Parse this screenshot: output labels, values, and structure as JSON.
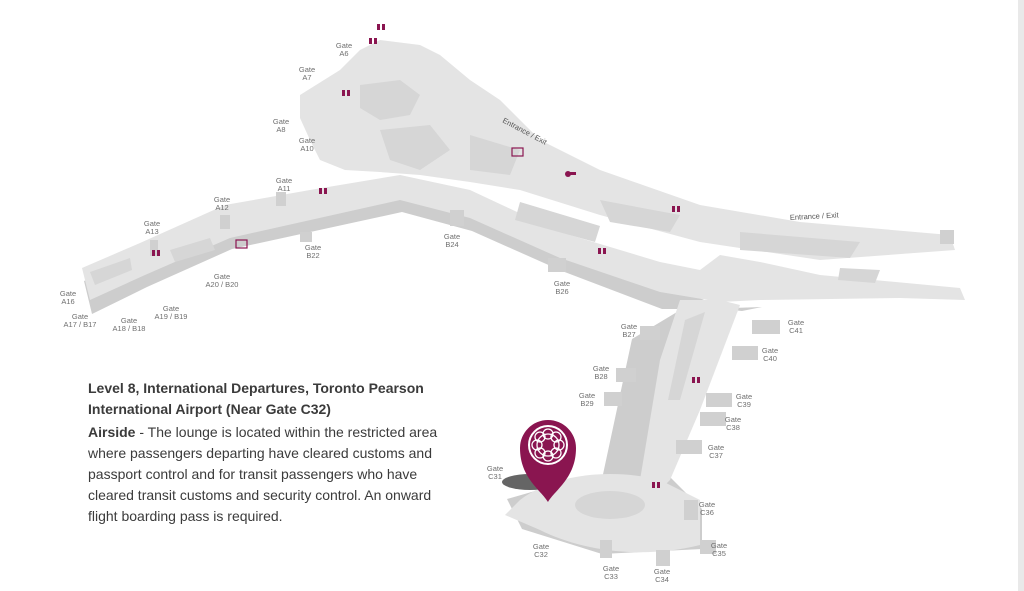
{
  "colors": {
    "accent": "#8a1550",
    "floor": "#e4e4e4",
    "wall": "#c9c9c9",
    "text": "#3b3b3b",
    "label": "#6f6f6f"
  },
  "caption": {
    "title_line1": "Level 8, International Departures, Toronto Pearson",
    "title_line2": "International Airport (Near Gate C32)",
    "lead": "Airside",
    "body": " - The lounge is located within the restricted area where passengers departing have cleared customs and passport control and for transit passengers who have cleared transit customs and security control. An onward flight boarding pass is required."
  },
  "entrances": {
    "left": "Entrance / Exit",
    "right": "Entrance / Exit"
  },
  "gates": {
    "prefix": "Gate",
    "a6": "A6",
    "a7": "A7",
    "a8": "A8",
    "a10": "A10",
    "a11": "A11",
    "a12": "A12",
    "a13": "A13",
    "a16": "A16",
    "a17b17": "A17 / B17",
    "a18b18": "A18 / B18",
    "a19b19": "A19 / B19",
    "a20b20": "A20 / B20",
    "b22": "B22",
    "b24": "B24",
    "b26": "B26",
    "b27": "B27",
    "b28": "B28",
    "b29": "B29",
    "c31": "C31",
    "c32": "C32",
    "c33": "C33",
    "c34": "C34",
    "c35": "C35",
    "c36": "C36",
    "c37": "C37",
    "c38": "C38",
    "c39": "C39",
    "c40": "C40",
    "c41": "C41"
  },
  "icons": {
    "pin": "lounge-location-pin-icon",
    "restroom": "restroom-icon",
    "elevator": "elevator-icon",
    "accessible": "accessibility-icon"
  }
}
